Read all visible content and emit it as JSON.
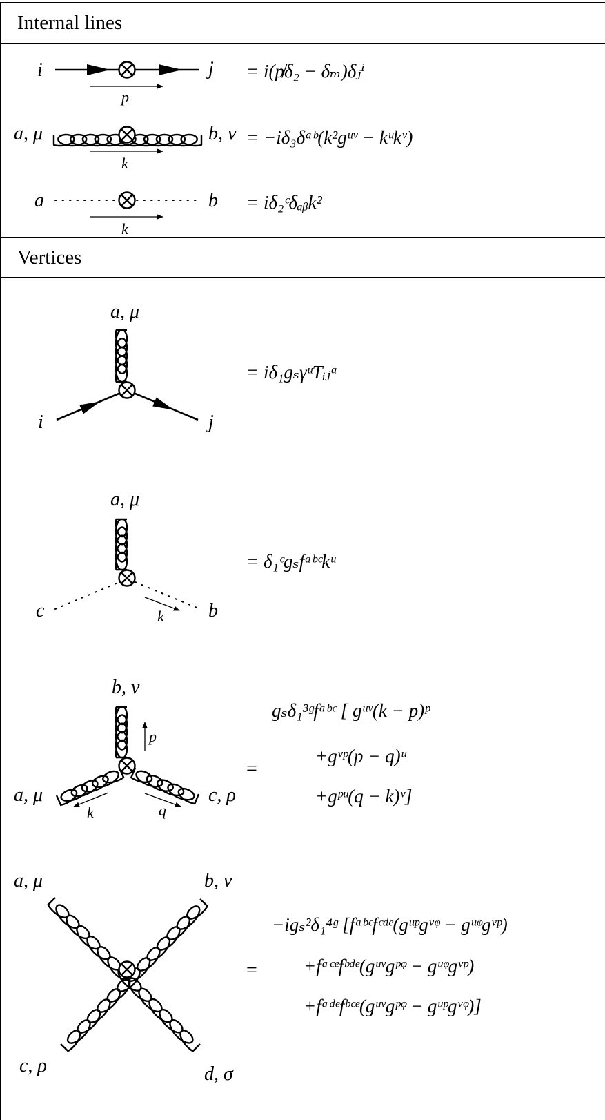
{
  "sections": {
    "internal": "Internal lines",
    "vertices": "Vertices"
  },
  "internal_lines": [
    {
      "left": "i",
      "right": "j",
      "momentum": "p",
      "rule": "= i(p̸δ₂ − δₘ)δⱼⁱ"
    },
    {
      "left": "a, μ",
      "right": "b, ν",
      "momentum": "k",
      "rule": "= −iδ₃δᵃᵇ(k²gᵘᵛ − kᵘkᵛ)"
    },
    {
      "left": "a",
      "right": "b",
      "momentum": "k",
      "rule": "= iδ₂ᶜδₐᵦk²"
    }
  ],
  "vertices": [
    {
      "top": "a, μ",
      "left": "i",
      "right": "j",
      "rule": "= iδ₁gₛγᵘTᵢⱼᵃ"
    },
    {
      "top": "a, μ",
      "left": "c",
      "right": "b",
      "momentum": "k",
      "rule": "= δ₁ᶜgₛfᵃᵇᶜkᵘ"
    },
    {
      "top": "b, ν",
      "left": "a, μ",
      "right": "c, ρ",
      "momenta": [
        "p",
        "k",
        "q"
      ],
      "eq": "=",
      "rule": [
        "gₛδ₁³ᵍfᵃᵇᶜ [   gᵘᵛ(k − p)ᵖ",
        "+gᵛᵖ(p − q)ᵘ",
        "+gᵖᵘ(q − k)ᵛ]"
      ]
    },
    {
      "corners": [
        "a, μ",
        "b, ν",
        "c, ρ",
        "d, σ"
      ],
      "eq": "=",
      "rule": [
        "−igₛ²δ₁⁴ᵍ [fᵃᵇᶜfᶜᵈᵉ(gᵘᵖgᵛᵠ − gᵘᵠgᵛᵖ)",
        "+fᵃᶜᵉfᵇᵈᵉ(gᵘᵛgᵖᵠ − gᵘᵠgᵛᵖ)",
        "+fᵃᵈᵉfᵇᶜᵉ(gᵘᵛgᵖᵠ − gᵘᵖgᵛᵠ)]"
      ]
    }
  ]
}
